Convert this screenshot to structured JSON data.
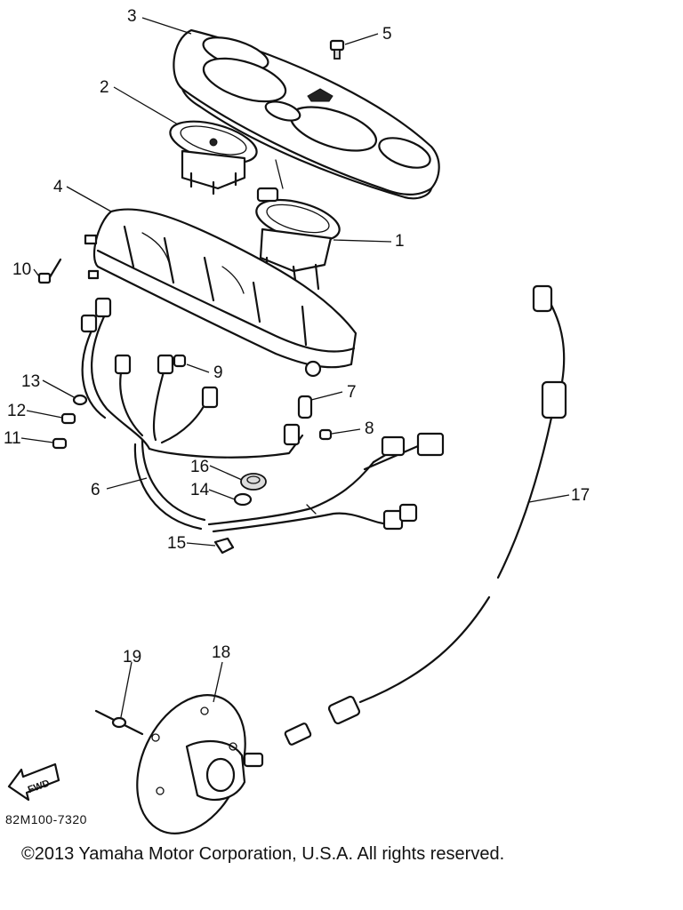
{
  "callouts": [
    "1",
    "2",
    "3",
    "4",
    "5",
    "6",
    "7",
    "8",
    "9",
    "10",
    "11",
    "12",
    "13",
    "14",
    "15",
    "16",
    "17",
    "18",
    "19"
  ],
  "diagram_code": "82M100-7320",
  "fwd_label": "FWD",
  "copyright": "©2013 Yamaha Motor Corporation, U.S.A. All rights reserved."
}
